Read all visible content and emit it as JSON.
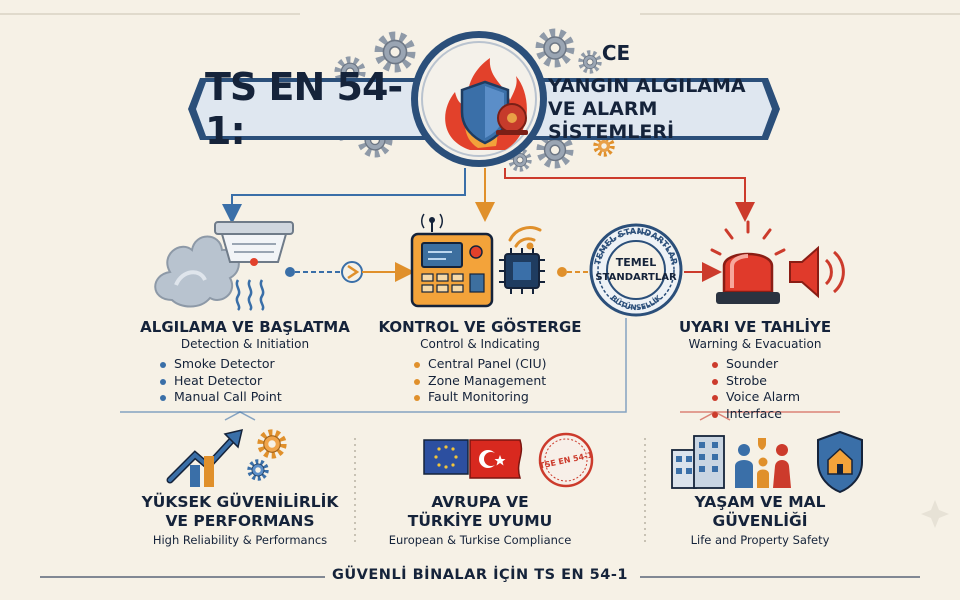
{
  "header": {
    "title_left": "TS EN 54-1:",
    "title_right_line1": "YANGIN ALGILAMA",
    "title_right_line2": "VE ALARM SİSTEMLERİ",
    "ce_mark": "CE"
  },
  "columns": [
    {
      "title": "ALGILAMA VE BAŞLATMA",
      "subtitle": "Detection & Initiation",
      "items": [
        "Smoke Detector",
        "Heat Detector",
        "Manual Call Point"
      ]
    },
    {
      "title": "KONTROL VE GÖSTERGE",
      "subtitle": "Control & Indicating",
      "items": [
        "Central Panel (CIU)",
        "Zone Management",
        "Fault Monitoring"
      ]
    },
    {
      "title": "UYARI VE TAHLİYE",
      "subtitle": "Warning & Evacuation",
      "items": [
        "Sounder",
        "Strobe",
        "Voice Alarm",
        "Interface"
      ]
    }
  ],
  "stamp": {
    "top_text": "TEMEL STANDARTLAR",
    "center_line1": "TEMEL",
    "center_line2": "STANDARTLAR",
    "bottom_text": "BÜTÜNSELLİK"
  },
  "benefits": [
    {
      "title_line1": "YÜKSEK GÜVENİLİRLİK",
      "title_line2": "VE PERFORMANS",
      "subtitle": "High Reliability & Performancs"
    },
    {
      "title_line1": "AVRUPA VE",
      "title_line2": "TÜRKİYE UYUMU",
      "subtitle": "European & Turkise Compliance",
      "badge": "TSE EN 54-1"
    },
    {
      "title_line1": "YAŞAM VE MAL",
      "title_line2": "GÜVENLİĞİ",
      "subtitle": "Life and Property Safety"
    }
  ],
  "footer": "GÜVENLİ BİNALAR İÇİN TS EN 54-1",
  "colors": {
    "navy": "#15233a",
    "blue": "#3a6fa8",
    "orange": "#e0902b",
    "red": "#cc3b2c",
    "background": "#f6f1e6",
    "gear": "#8f9aa8"
  },
  "icons": [
    "smoke-cloud-icon",
    "smoke-detector-icon",
    "heat-waves-icon",
    "control-panel-icon",
    "chip-icon",
    "wifi-icon",
    "siren-icon",
    "speaker-icon",
    "growth-arrow-icon",
    "gears-icon",
    "eu-flag-icon",
    "turkey-flag-icon",
    "buildings-icon",
    "family-icon",
    "house-shield-icon",
    "fire-shield-bell-icon"
  ]
}
